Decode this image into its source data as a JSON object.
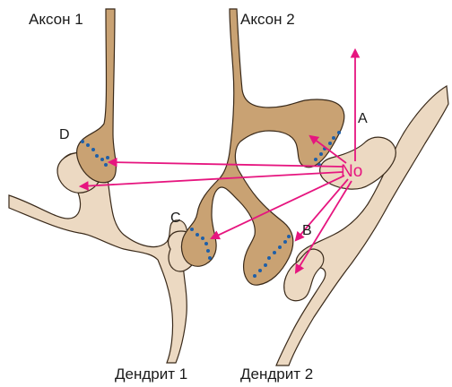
{
  "labels": {
    "axon1": "Аксон 1",
    "axon2": "Аксон 2",
    "dendrite1": "Дендрит 1",
    "dendrite2": "Дендрит 2",
    "A": "A",
    "B": "B",
    "C": "C",
    "D": "D",
    "no": "No"
  },
  "colors": {
    "axon_fill": "#c9a273",
    "dendrite_fill": "#ecd9c2",
    "outline": "#3a2a1a",
    "arrow": "#e6157f",
    "vesicle": "#1e5fa8"
  }
}
